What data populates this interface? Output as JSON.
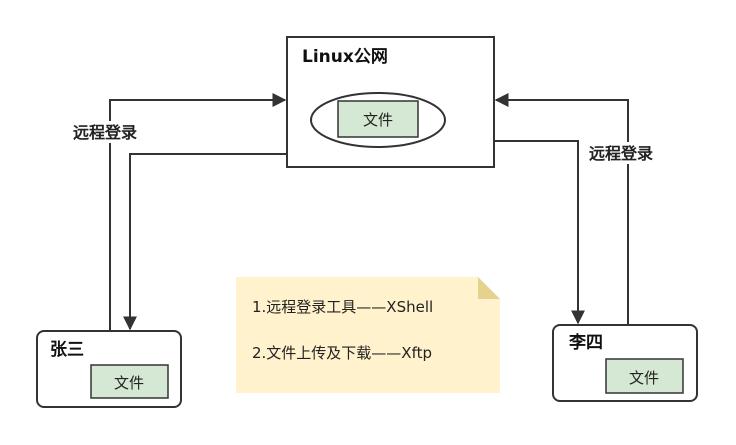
{
  "server": {
    "title": "Linux公网",
    "file_label": "文件"
  },
  "client_left": {
    "title": "张三",
    "file_label": "文件"
  },
  "client_right": {
    "title": "李四",
    "file_label": "文件"
  },
  "edges": {
    "left_label": "远程登录",
    "right_label": "远程登录"
  },
  "note": {
    "line1": "1.远程登录工具——XShell",
    "line2": "2.文件上传及下载——Xftp"
  },
  "colors": {
    "file_fill": "#d5e8d4",
    "file_stroke": "#7ea86e",
    "note_fill": "#fff2cc",
    "note_fold": "#e6d28f",
    "stroke": "#333333"
  }
}
